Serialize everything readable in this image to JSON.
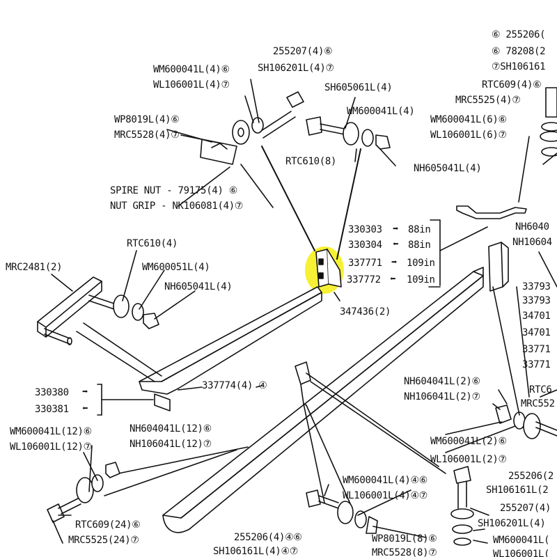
{
  "highlight_color": "#f5ef1f",
  "labels": {
    "l01": "⑥ 255206(",
    "l02": "⑥ 78208(2",
    "l03": "⑦SH106161",
    "l04": "255207(4)⑥",
    "l05": "WM600041L(4)⑥",
    "l06": "SH106201L(4)⑦",
    "l07": "WL106001L(4)⑦",
    "l08": "SH605061L(4)",
    "l09": "RTC609(4)⑥",
    "l10": "MRC5525(4)⑦",
    "l11": "WM600041L(4)",
    "l12": "WP8019L(4)⑥",
    "l13": "WM600041L(6)⑥",
    "l14": "MRC5528(4)⑦",
    "l15": "WL106001L(6)⑦",
    "l16": "RTC610(8)",
    "l17": "NH605041L(4)",
    "l18": "SPIRE NUT - 79175(4) ⑥",
    "l19": "NUT GRIP - NK106081(4)⑦",
    "l20": "NH6040",
    "l21": "NH10604",
    "l22": "330303",
    "l23": "88in",
    "l24": "330304",
    "l25": "88in",
    "l26": "337771",
    "l27": "109in",
    "l28": "337772",
    "l29": "109in",
    "l30": "RTC610(4)",
    "l31": "MRC2481(2)",
    "l32": "WM600051L(4)",
    "l33": "NH605041L(4)",
    "l34": "33793",
    "l35": "33793",
    "l36": "34701",
    "l37": "34701",
    "l38": "33771",
    "l39": "33771",
    "l40": "347436(2)",
    "l41": "337774(4) ④",
    "l42": "330380",
    "l43": "330381",
    "l44": "NH604041L(2)⑥",
    "l45": "NH106041L(2)⑦",
    "l46": "RTC6",
    "l47": "MRC552",
    "l48": "WM600041L(12)⑥",
    "l49": "WL106001L(12)⑦",
    "l50": "NH604041L(12)⑥",
    "l51": "NH106041L(12)⑦",
    "l52": "WM600041L(2)⑥",
    "l53": "WL106001L(2)⑦",
    "l54": "255206(2",
    "l55": "SH106161L(2",
    "l56": "WM600041L(4)④⑥",
    "l57": "WL106001L(4)④⑦",
    "l58": "RTC609(24)⑥",
    "l59": "MRC5525(24)⑦",
    "l60": "255206(4)④⑥",
    "l61": "SH106161L(4)④⑦",
    "l62": "WP8019L(8)⑥",
    "l63": "MRC5528(8)⑦",
    "l64": "255207(4)",
    "l65": "SH106201L(4)",
    "l66": "WM600041L(",
    "l67": "WL106001L("
  }
}
